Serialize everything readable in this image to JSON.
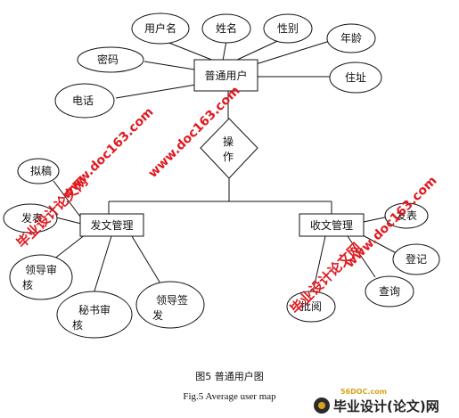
{
  "diagram": {
    "entities": {
      "user": "普通用户",
      "send": "发文管理",
      "recv": "收文管理"
    },
    "relationship": {
      "op_line1": "操",
      "op_line2": "作"
    },
    "attributes": {
      "username": "用户名",
      "name": "姓名",
      "gender": "性别",
      "age": "年龄",
      "password": "密码",
      "address": "住址",
      "phone": "电话",
      "draft": "拟稿",
      "send_publish": "发表",
      "leader_review_1": "领导审",
      "leader_review_2": "核",
      "secretary_review_1": "秘书审",
      "secretary_review_2": "核",
      "leader_sign_1": "领导签",
      "leader_sign_2": "发",
      "recv_publish": "发表",
      "register": "登记",
      "query": "查询",
      "read": "批阅"
    }
  },
  "watermark": {
    "cn": "毕业设计论文网",
    "url": "www.doc163.com",
    "color": "#e0191f"
  },
  "captions": {
    "cn": "图5 普通用户图",
    "en": "Fig.5 Average user map"
  },
  "brand": {
    "site": "56DOC.com",
    "name": "毕业设计(论文)网",
    "accent": "#d9a21b"
  }
}
